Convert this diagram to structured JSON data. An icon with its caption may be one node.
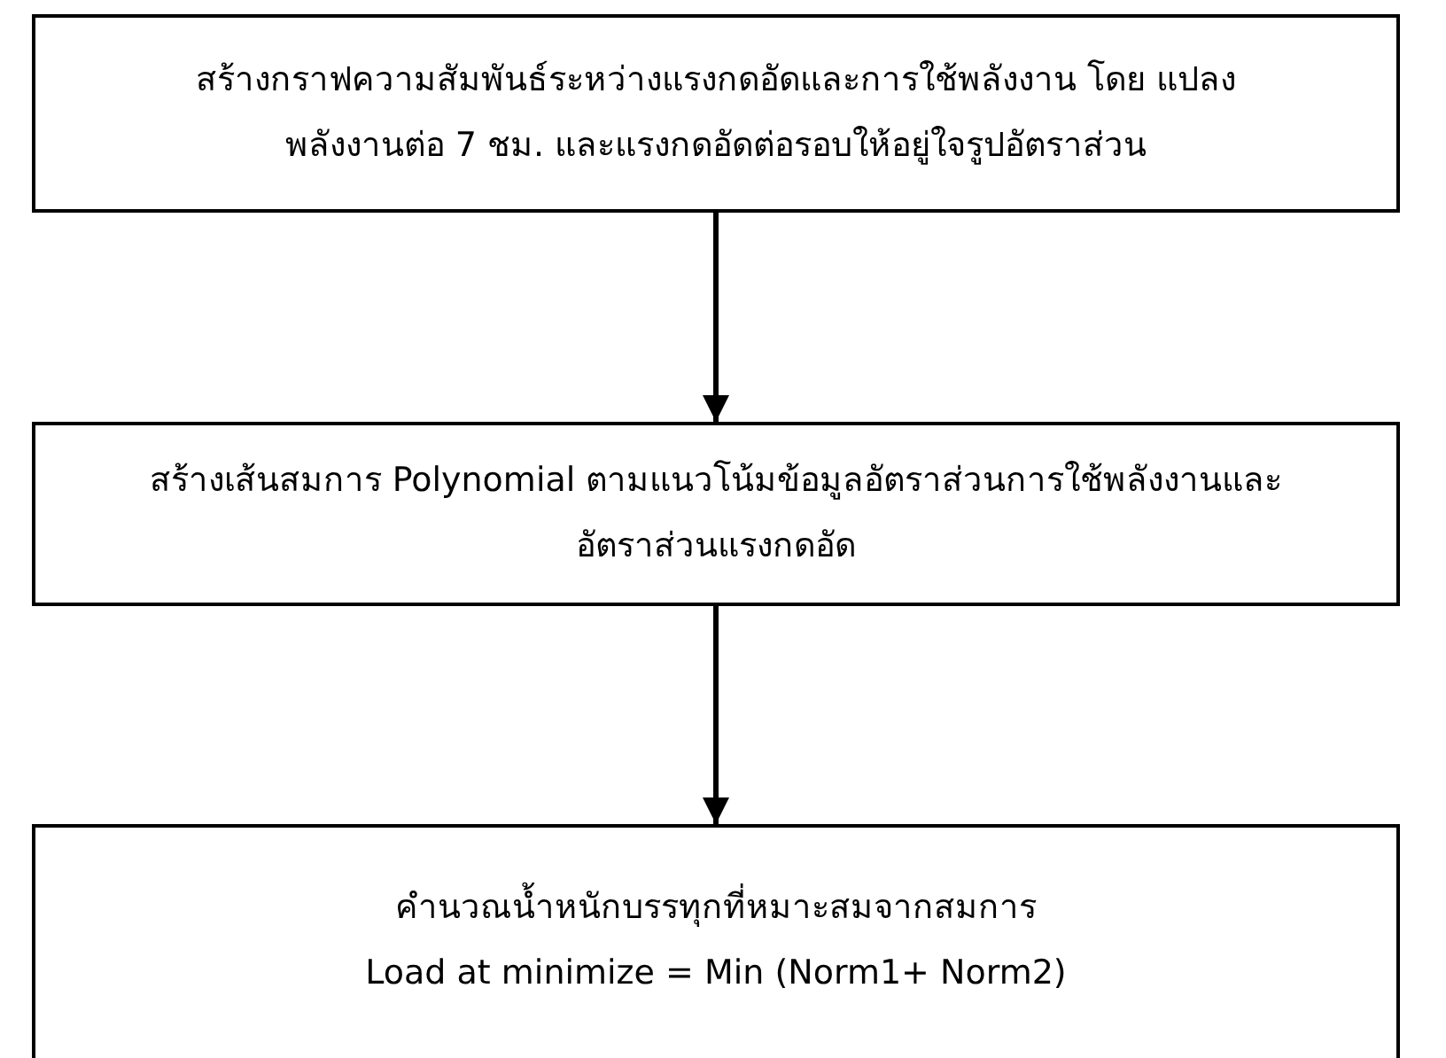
{
  "diagram": {
    "nodes": [
      {
        "text": [
          "สร้างกราฟความสัมพันธ์ระหว่างแรงกดอัดและการใช้พลังงาน โดย แปลงพลังงานต่อ 7 ชม. และแรงกดอัดต่อรอบให้อยู่ใจรูปอัตราส่วน"
        ]
      },
      {
        "text": [
          "สร้างเส้นสมการ Polynomial ตามแนวโน้มข้อมูลอัตราส่วนการใช้พลังงานและอัตราส่วนแรงกดอัด"
        ]
      },
      {
        "text": [
          "คำนวณน้ำหนักบรรทุกที่หมาะสมจากสมการ",
          "Load at minimize = Min (Norm1+ Norm2)"
        ]
      }
    ],
    "edges": [
      {
        "from": 0,
        "to": 1,
        "arrow": "to"
      },
      {
        "from": 1,
        "to": 2,
        "arrow": "to"
      }
    ]
  }
}
